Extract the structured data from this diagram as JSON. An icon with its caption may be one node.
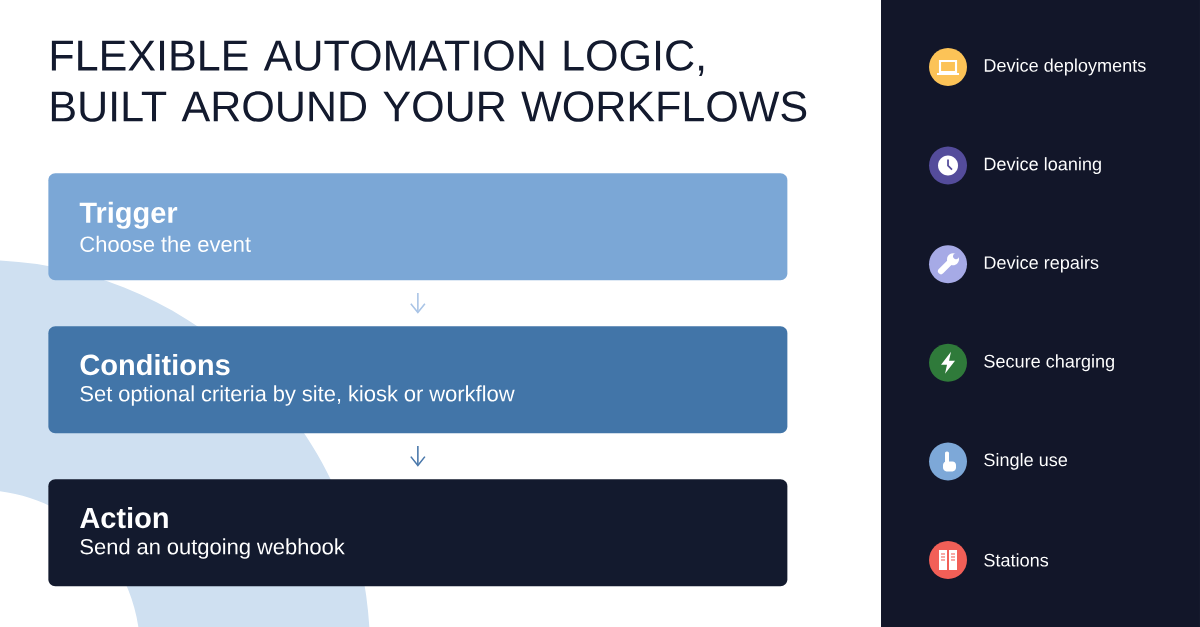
{
  "diagram": {
    "title": "FLEXIBLE AUTOMATION LOGIC, BUILT AROUND YOUR WORKFLOWS",
    "nodes": [
      {
        "text": [
          "Trigger",
          "Choose the event"
        ]
      },
      {
        "text": [
          "Conditions",
          "Set optional criteria by site, kiosk or workflow"
        ]
      },
      {
        "text": [
          "Action",
          "Send an outgoing webhook"
        ]
      }
    ],
    "edges": [
      {
        "from": 0,
        "to": 1,
        "arrow": "to",
        "color": "#a9c4e6"
      },
      {
        "from": 1,
        "to": 2,
        "arrow": "to",
        "color": "#4a78ab"
      }
    ],
    "labels": [
      "Device deployments",
      "Device loaning",
      "Device repairs",
      "Secure charging",
      "Single use",
      "Stations"
    ]
  }
}
